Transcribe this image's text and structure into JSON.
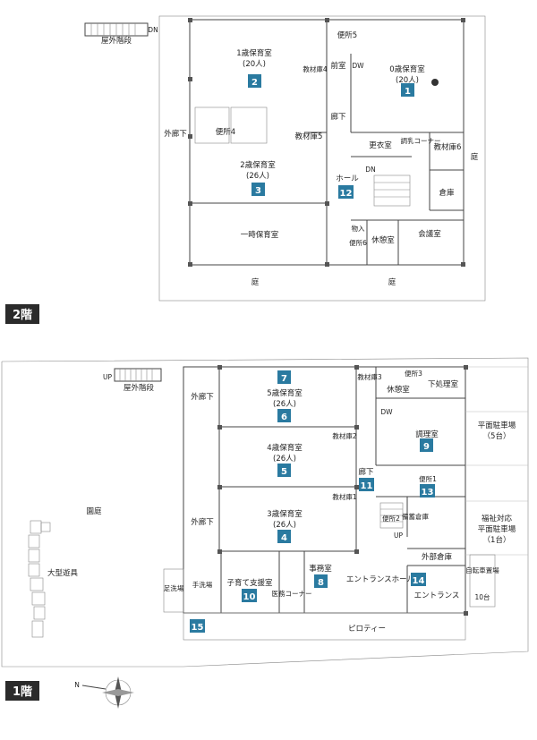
{
  "floor2": {
    "title": "2階",
    "rooms": {
      "outdoor_stairs": "屋外階段",
      "dn_top": "DN",
      "toilet5": "便所5",
      "material4": "教材庫4",
      "front_room": "前室",
      "dw": "DW",
      "age1_room": "1歳保育室",
      "age1_cap": "(20人)",
      "age0_room": "0歳保育室",
      "age0_cap": "(20人)",
      "outer_corridor": "外廊下",
      "toilet4": "便所4",
      "material5": "教材庫5",
      "corridor": "廊下",
      "milk_corner": "調乳コーナー",
      "material6": "教材庫6",
      "locker": "更衣室",
      "yard_right": "庭",
      "age2_room": "2歳保育室",
      "age2_cap": "(26人)",
      "hall": "ホール",
      "dn_mid": "DN",
      "storage": "倉庫",
      "temp_care": "一時保育室",
      "storage_small": "物入",
      "toilet6": "便所6",
      "rest_room": "休憩室",
      "meeting_room": "会議室",
      "yard_left": "庭",
      "yard_right2": "庭"
    },
    "badges": [
      "2",
      "1",
      "3",
      "12"
    ]
  },
  "floor1": {
    "title": "1階",
    "rooms": {
      "up": "UP",
      "outdoor_stairs": "屋外階段",
      "material3": "教材庫3",
      "toilet3": "便所3",
      "rest_room": "休憩室",
      "disposal": "下処理室",
      "age5_room": "5歳保育室",
      "age5_cap": "(26人)",
      "outer_corridor_a": "外廊下",
      "dw": "DW",
      "parking_flat": "平面駐車場",
      "parking_flat_cap": "（5台）",
      "kitchen": "調理室",
      "material2": "教材庫2",
      "age4_room": "4歳保育室",
      "age4_cap": "(26人)",
      "corridor": "廊下",
      "toilet1": "便所1",
      "garden": "園庭",
      "material1": "教材庫1",
      "toilet2": "便所2",
      "disaster_storage": "備蓄倉庫",
      "age3_room": "3歳保育室",
      "age3_cap": "(26人)",
      "outer_corridor_b": "外廊下",
      "welfare_parking": "福祉対応",
      "welfare_parking2": "平面駐車場",
      "welfare_parking_cap": "（1台）",
      "up2": "UP",
      "big_playset": "大型遊具",
      "outdoor_storage": "外部倉庫",
      "bicycle": "自転車置場",
      "bicycle_cap": "10台",
      "foot_wash": "足洗場",
      "hand_wash": "手洗場",
      "childcare_support": "子育て支援室",
      "office": "事務室",
      "entrance_hall": "エントランスホール",
      "medical_corner": "医務コーナー",
      "entrance": "エントランス",
      "piloti": "ピロティー"
    },
    "badges": [
      "7",
      "6",
      "9",
      "5",
      "11",
      "13",
      "4",
      "8",
      "14",
      "10",
      "15"
    ]
  },
  "compass": {
    "north": "N"
  },
  "colors": {
    "badge": "#2a7aa0",
    "wall": "#444444"
  }
}
